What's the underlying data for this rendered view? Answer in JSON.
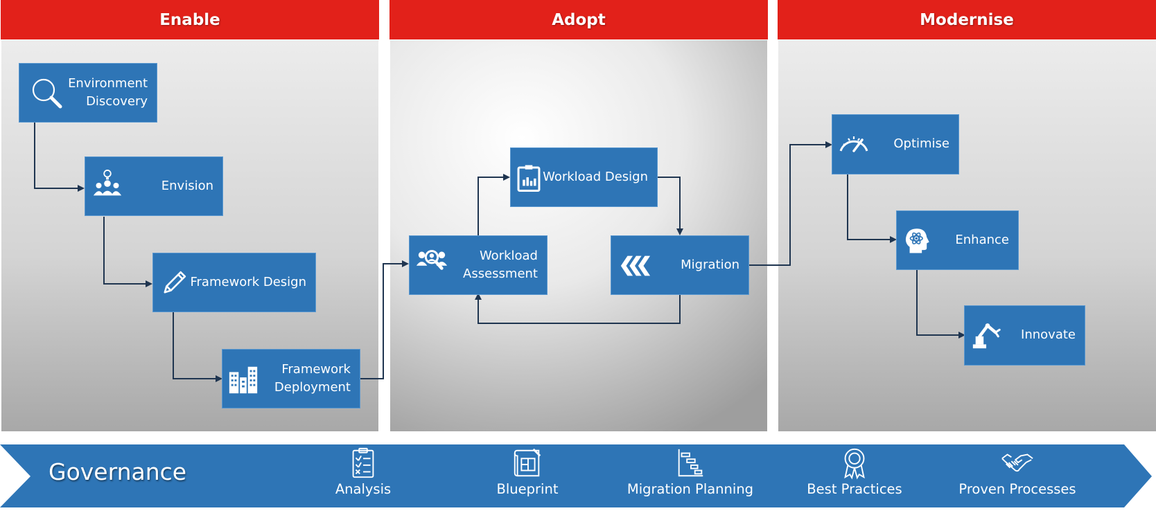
{
  "phases": [
    {
      "title": "Enable"
    },
    {
      "title": "Adopt"
    },
    {
      "title": "Modernise"
    }
  ],
  "steps": {
    "environment_discovery": "Environment\nDiscovery",
    "envision": "Envision",
    "framework_design": "Framework Design",
    "framework_deployment": "Framework\nDeployment",
    "workload_assessment": "Workload\nAssessment",
    "workload_design": "Workload Design",
    "migration": "Migration",
    "optimise": "Optimise",
    "enhance": "Enhance",
    "innovate": "Innovate"
  },
  "governance": {
    "title": "Governance",
    "items": [
      {
        "label": "Analysis",
        "icon": "checklist-icon"
      },
      {
        "label": "Blueprint",
        "icon": "blueprint-icon"
      },
      {
        "label": "Migration Planning",
        "icon": "gantt-icon"
      },
      {
        "label": "Best Practices",
        "icon": "award-ribbon-icon"
      },
      {
        "label": "Proven Processes",
        "icon": "handshake-icon"
      }
    ]
  },
  "colors": {
    "header_red": "#e2211a",
    "box_blue": "#2e75b6",
    "connector": "#1f3550"
  }
}
